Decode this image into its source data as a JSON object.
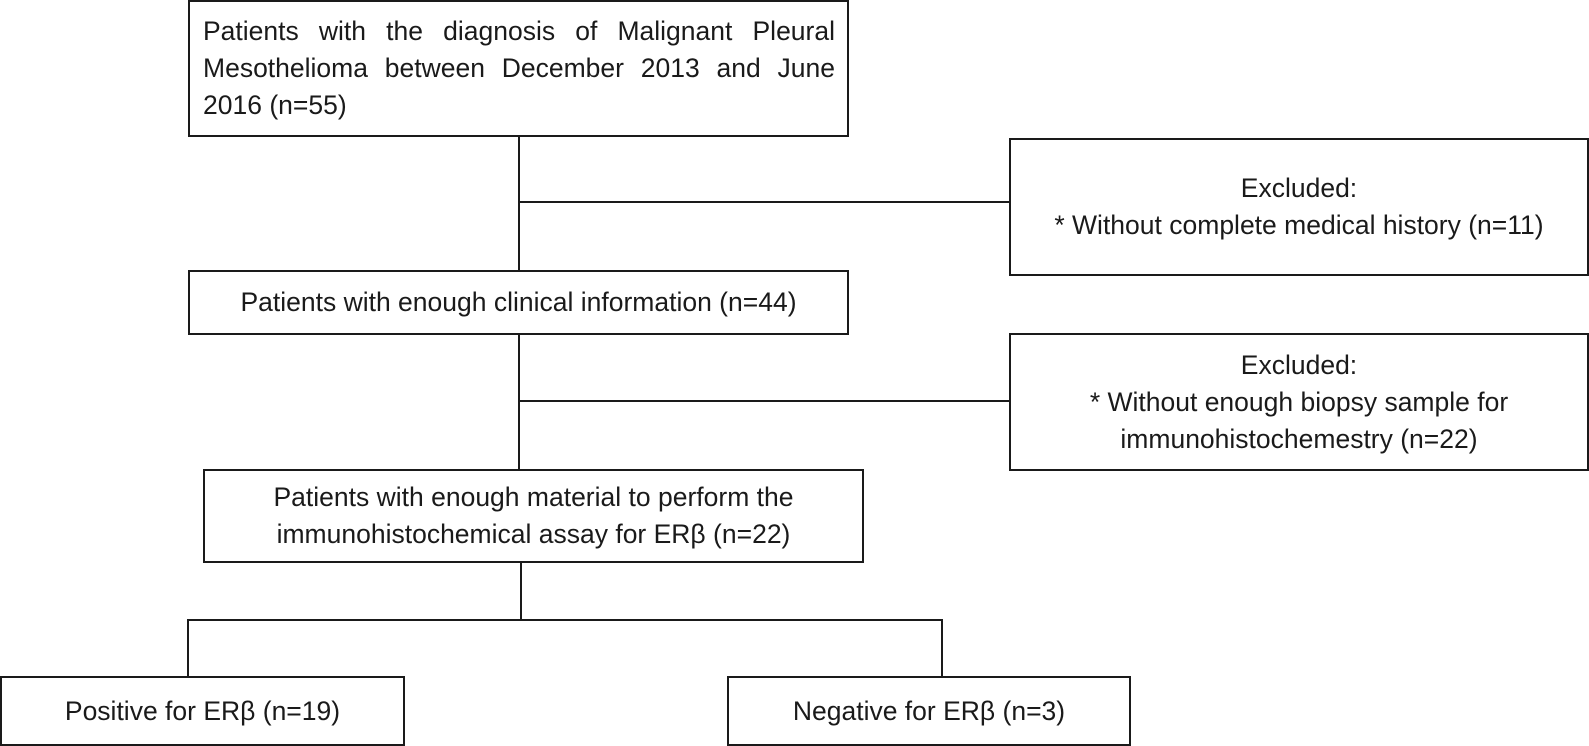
{
  "flowchart": {
    "box_initial": "Patients with the diagnosis of Malignant Pleural Mesothelioma between December 2013 and June 2016 (n=55)",
    "box_clinical": "Patients with enough clinical information (n=44)",
    "box_material": "Patients with enough material to perform the immunohistochemical assay for ERβ (n=22)",
    "box_positive": "Positive for ERβ (n=19)",
    "box_negative": "Negative for ERβ (n=3)",
    "excluded_1": {
      "heading": "Excluded:",
      "reason": "* Without complete medical history (n=11)"
    },
    "excluded_2": {
      "heading": "Excluded:",
      "reason_line1": "* Without enough biopsy sample for",
      "reason_line2": "immunohistochemestry (n=22)"
    }
  }
}
